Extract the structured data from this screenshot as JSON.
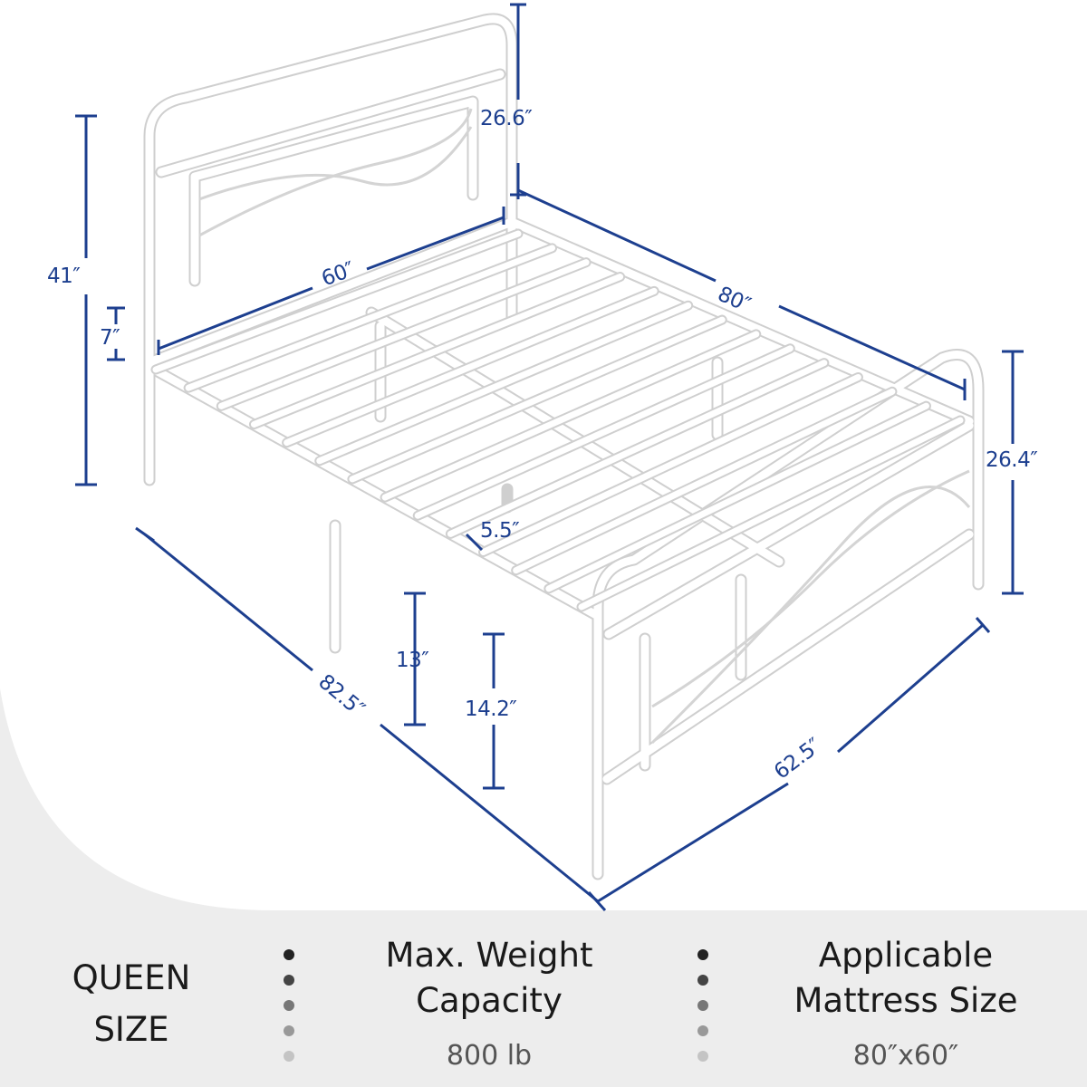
{
  "dimensions": {
    "headboard_above_rails": "26.6″",
    "total_head_height": "41″",
    "bottom_rail_to_slat": "7″",
    "width_inside": "60″",
    "length_inside": "80″",
    "footboard_height": "26.4″",
    "slat_gap": "5.5″",
    "under_bed_clearance": "13″",
    "floor_to_slat": "14.2″",
    "overall_length": "82.5″",
    "overall_width": "62.5″"
  },
  "footer": {
    "size_label_line1": "QUEEN",
    "size_label_line2": "SIZE",
    "weight_title_line1": "Max. Weight",
    "weight_title_line2": "Capacity",
    "weight_value": "800 lb",
    "mattress_title_line1": "Applicable",
    "mattress_title_line2": "Mattress Size",
    "mattress_value": "80″x60″"
  },
  "colors": {
    "dimension_lines": "#1d3f8f",
    "frame": "#ffffff",
    "frame_outline": "#c9c9c9",
    "footer_background": "#ededed"
  }
}
